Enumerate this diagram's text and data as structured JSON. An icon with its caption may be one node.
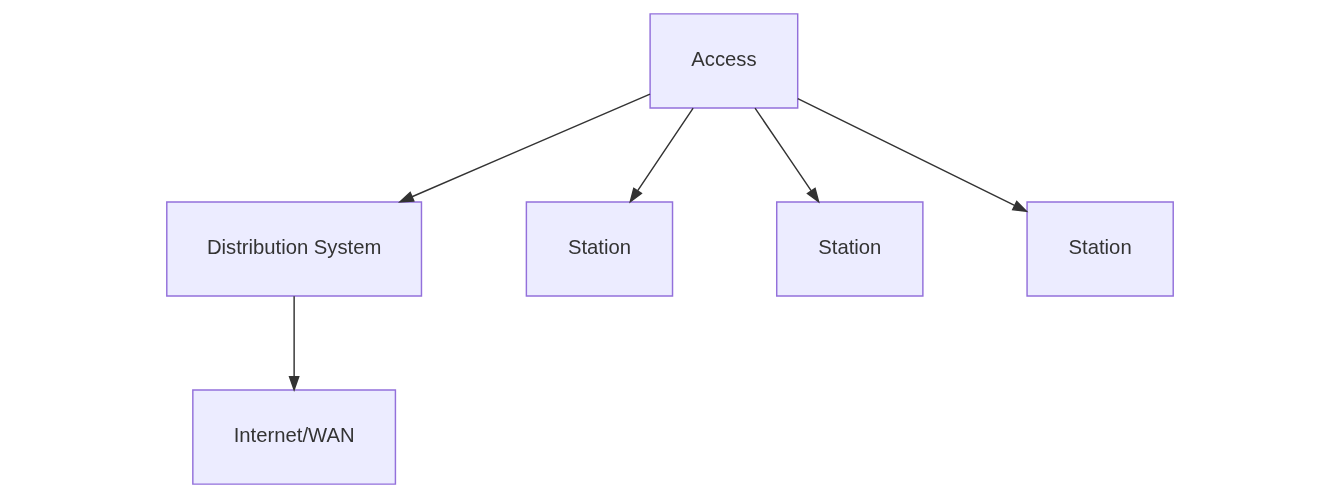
{
  "diagram": {
    "nodes": [
      {
        "text": [
          "Access"
        ]
      },
      {
        "text": [
          "Distribution System"
        ]
      },
      {
        "text": [
          "Station"
        ]
      },
      {
        "text": [
          "Station"
        ]
      },
      {
        "text": [
          "Station"
        ]
      },
      {
        "text": [
          "Internet/WAN"
        ]
      }
    ],
    "edges": [
      {
        "from": 0,
        "to": 1,
        "arrow": "to"
      },
      {
        "from": 0,
        "to": 2,
        "arrow": "to"
      },
      {
        "from": 0,
        "to": 3,
        "arrow": "to"
      },
      {
        "from": 0,
        "to": 4,
        "arrow": "to"
      },
      {
        "from": 1,
        "to": 5,
        "arrow": "to"
      }
    ]
  }
}
